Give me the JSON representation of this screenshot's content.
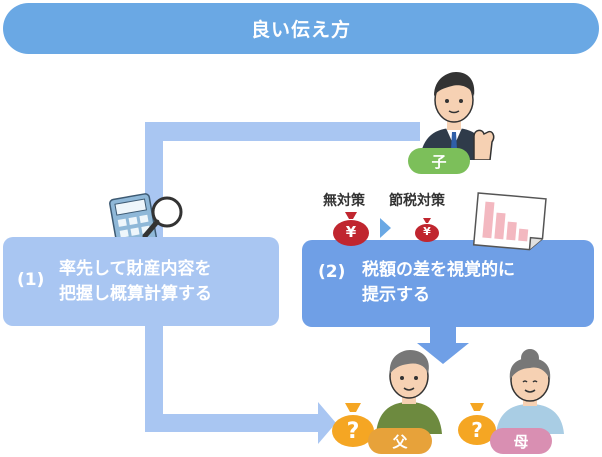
{
  "title": "良い伝え方",
  "step1": {
    "number": "(1)",
    "line1": "率先して財産内容を",
    "line2": "把握し概算計算する"
  },
  "step2": {
    "number": "(2)",
    "line1": "税額の差を視覚的に",
    "line2": "提示する"
  },
  "labels": {
    "no_measure": "無対策",
    "tax_measure": "節税対策"
  },
  "people": {
    "child": "子",
    "father": "父",
    "mother": "母"
  },
  "symbols": {
    "yen": "¥",
    "question": "?"
  },
  "colors": {
    "title": "#6aa8e4",
    "step1": "#a9c6f2",
    "step2": "#6f9fe6",
    "money": "#c0262f",
    "bag": "#f5a623",
    "child": "#7cbf5a",
    "father": "#e7a23a",
    "mother": "#d98fb2"
  }
}
